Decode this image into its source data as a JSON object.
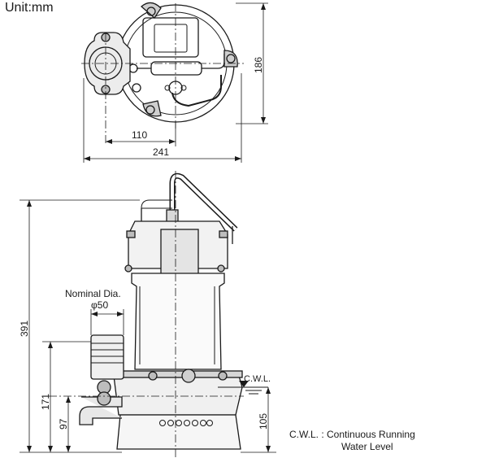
{
  "unit_label": "Unit:mm",
  "top_view": {
    "dimension_height": "186",
    "dimension_inner": "110",
    "dimension_width": "241"
  },
  "side_view": {
    "nominal_dia_label": "Nominal Dia.",
    "nominal_dia_value": "φ50",
    "dimension_total_height": "391",
    "dimension_outlet_height": "171",
    "dimension_outlet_center": "97",
    "dimension_cwl_height": "105",
    "cwl_mark": "C.W.L."
  },
  "legend": {
    "abbr": "C.W.L. : Continuous Running",
    "continuation": "Water Level"
  }
}
